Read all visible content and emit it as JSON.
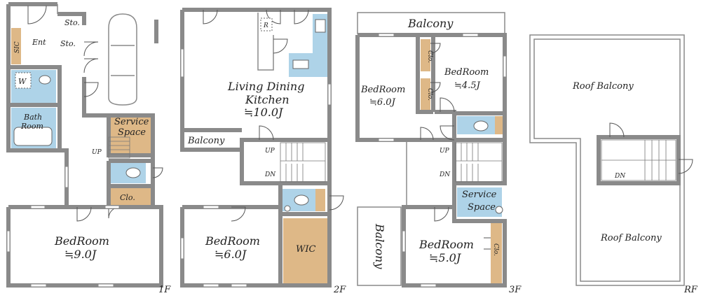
{
  "floors": {
    "f1": {
      "floor_label": "1F",
      "rooms": {
        "sto_top": "Sto.",
        "ent": "Ent",
        "sto_ent": "Sto.",
        "sic": "SIC",
        "washroom": "W",
        "bath_line1": "Bath",
        "bath_line2": "Room",
        "service_line1": "Service",
        "service_line2": "Space",
        "up": "UP",
        "clo": "Clo.",
        "bedroom": "BedRoom",
        "bedroom_size": "≒9.0J"
      }
    },
    "f2": {
      "floor_label": "2F",
      "rooms": {
        "fridge": "R",
        "ldk_line1": "Living Dining",
        "ldk_line2": "Kitchen",
        "ldk_size": "≒10.0J",
        "balcony": "Balcony",
        "up": "UP",
        "dn": "DN",
        "bedroom": "BedRoom",
        "bedroom_size": "≒6.0J",
        "wic": "WIC"
      }
    },
    "f3": {
      "floor_label": "3F",
      "rooms": {
        "balcony_top": "Balcony",
        "bedroom_a": "BedRoom",
        "bedroom_a_size": "≒6.0J",
        "clo_a": "Clo.",
        "clo_b": "Clo.",
        "bedroom_b": "BedRoom",
        "bedroom_b_size": "≒4.5J",
        "up": "UP",
        "dn": "DN",
        "service_line1": "Service",
        "service_line2": "Space",
        "balcony_side": "Balcony",
        "bedroom_c": "BedRoom",
        "bedroom_c_size": "≒5.0J",
        "clo_c": "Clo."
      }
    },
    "rf": {
      "floor_label": "RF",
      "rooms": {
        "roof_balcony_top": "Roof Balcony",
        "dn": "DN",
        "roof_balcony_bottom": "Roof Balcony"
      }
    }
  },
  "colors": {
    "wall": "#8a8a8a",
    "wet_area": "#aed3e8",
    "storage": "#deb887"
  }
}
